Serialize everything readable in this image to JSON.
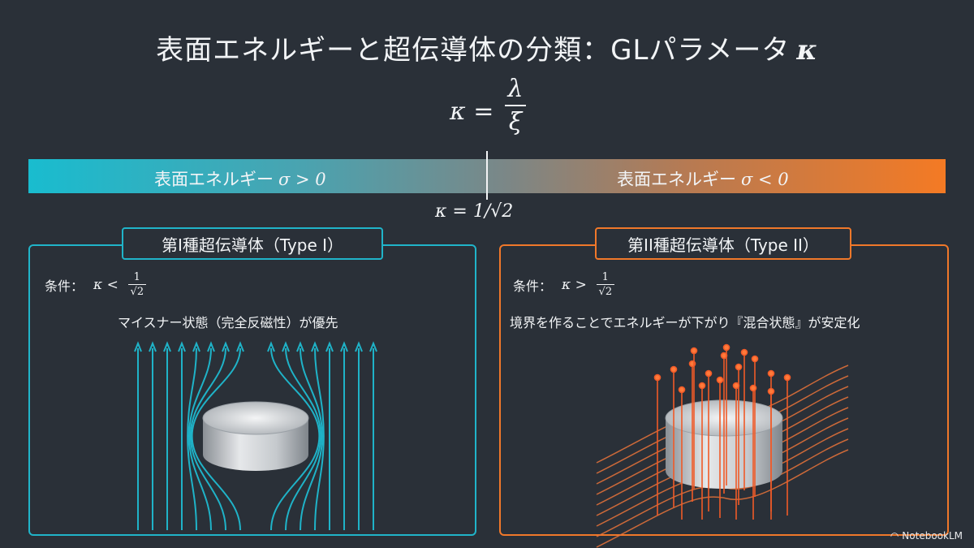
{
  "title": {
    "text": "表面エネルギーと超伝導体の分類：GLパラメータ",
    "kappa": "κ"
  },
  "formula": {
    "lhs": "κ =",
    "numerator": "λ",
    "denominator": "ξ"
  },
  "scale": {
    "left_label": "表面エネルギー",
    "left_math": "σ > 0",
    "right_label": "表面エネルギー",
    "right_math": "σ < 0",
    "threshold": "κ = 1/√2"
  },
  "type1": {
    "tab": "第I種超伝導体（Type I）",
    "condition_label": "条件：",
    "condition_lhs": "κ <",
    "frac_num": "1",
    "frac_den": "√2",
    "description": "マイスナー状態（完全反磁性）が優先"
  },
  "type2": {
    "tab": "第II種超伝導体（Type II）",
    "condition_label": "条件：",
    "condition_lhs": "κ >",
    "frac_num": "1",
    "frac_den": "√2",
    "description": "境界を作ることでエネルギーが下がり『混合状態』が安定化"
  },
  "brand": "NotebookLM",
  "colors": {
    "cyan": "#20b4c9",
    "orange": "#f0782a",
    "background": "#2a3038"
  }
}
